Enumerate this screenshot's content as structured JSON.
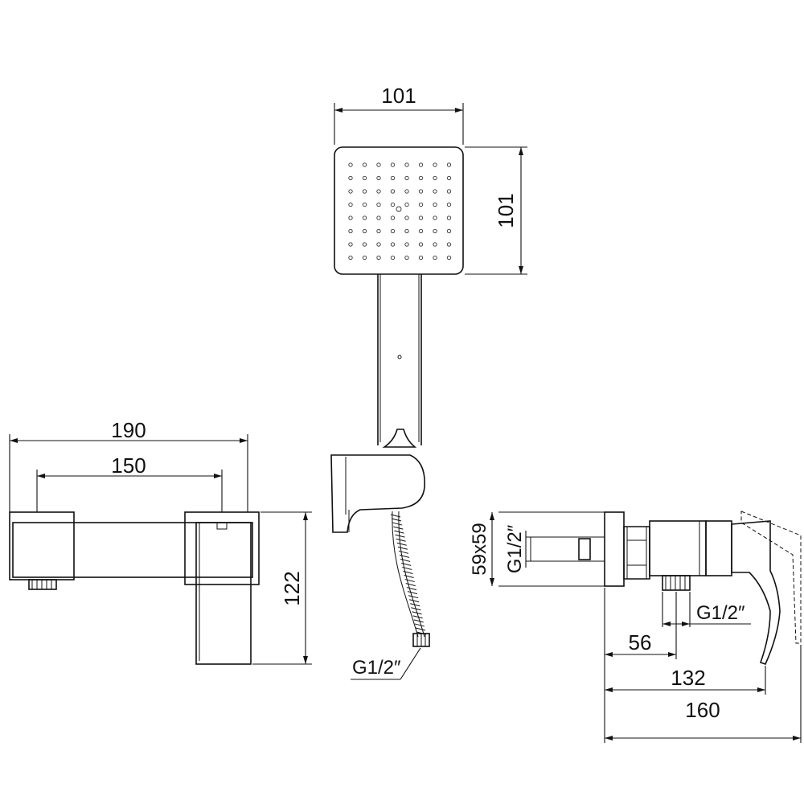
{
  "shower_head": {
    "width_label": "101",
    "height_label": "101"
  },
  "hose": {
    "thread_label": "G1/2″"
  },
  "mixer_front": {
    "overall_width_label": "190",
    "centers_label": "150",
    "height_label": "122"
  },
  "mixer_side": {
    "flange_label": "59x59",
    "inlet_thread_label": "G1/2″",
    "outlet_thread_label": "G1/2″",
    "outlet_offset_label": "56",
    "body_depth_label": "132",
    "overall_depth_label": "160"
  }
}
